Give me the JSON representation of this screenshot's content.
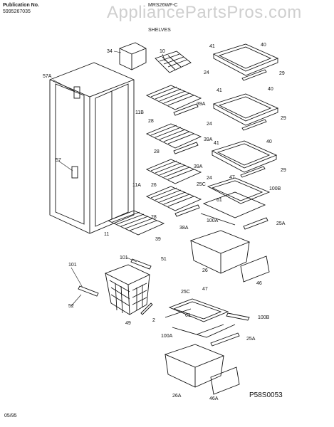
{
  "header": {
    "publication_label": "Publication No.",
    "publication_number": "5995267035",
    "model": "MRS26WF-C",
    "section": "SHELVES",
    "watermark": "AppliancePartsPros.com"
  },
  "footer": {
    "date": "05/95",
    "figure_code": "P58S0053"
  },
  "callouts": {
    "c34": "34",
    "c10": "10",
    "c41a": "41",
    "c40a": "40",
    "c24a": "24",
    "c29a": "29",
    "c57a": "57A",
    "c41b": "41",
    "c40b": "40",
    "c39a1": "39A",
    "c11b": "11B",
    "c28a": "28",
    "c24b": "24",
    "c29b": "29",
    "c39a2": "39A",
    "c28b": "28",
    "c41c": "41",
    "c40c": "40",
    "c29c": "29",
    "c57": "57",
    "c39a3": "39A",
    "c24c": "24",
    "c47a": "47",
    "c11a": "11A",
    "c26": "26",
    "c25ca": "25C",
    "c100ba": "100B",
    "c61a": "61",
    "c28c": "28",
    "c100aa": "100A",
    "c38a": "38A",
    "c25aa": "25A",
    "c11": "11",
    "c39": "39",
    "c101": "101",
    "c51": "51",
    "c26b": "26",
    "c46": "46",
    "c101b": "101",
    "c52": "52",
    "c49": "49",
    "c2": "2",
    "c25cb": "25C",
    "c47b": "47",
    "c61b": "61",
    "c100bb": "100B",
    "c100ab": "100A",
    "c25ab": "25A",
    "c26a": "26A",
    "c46a": "46A"
  }
}
